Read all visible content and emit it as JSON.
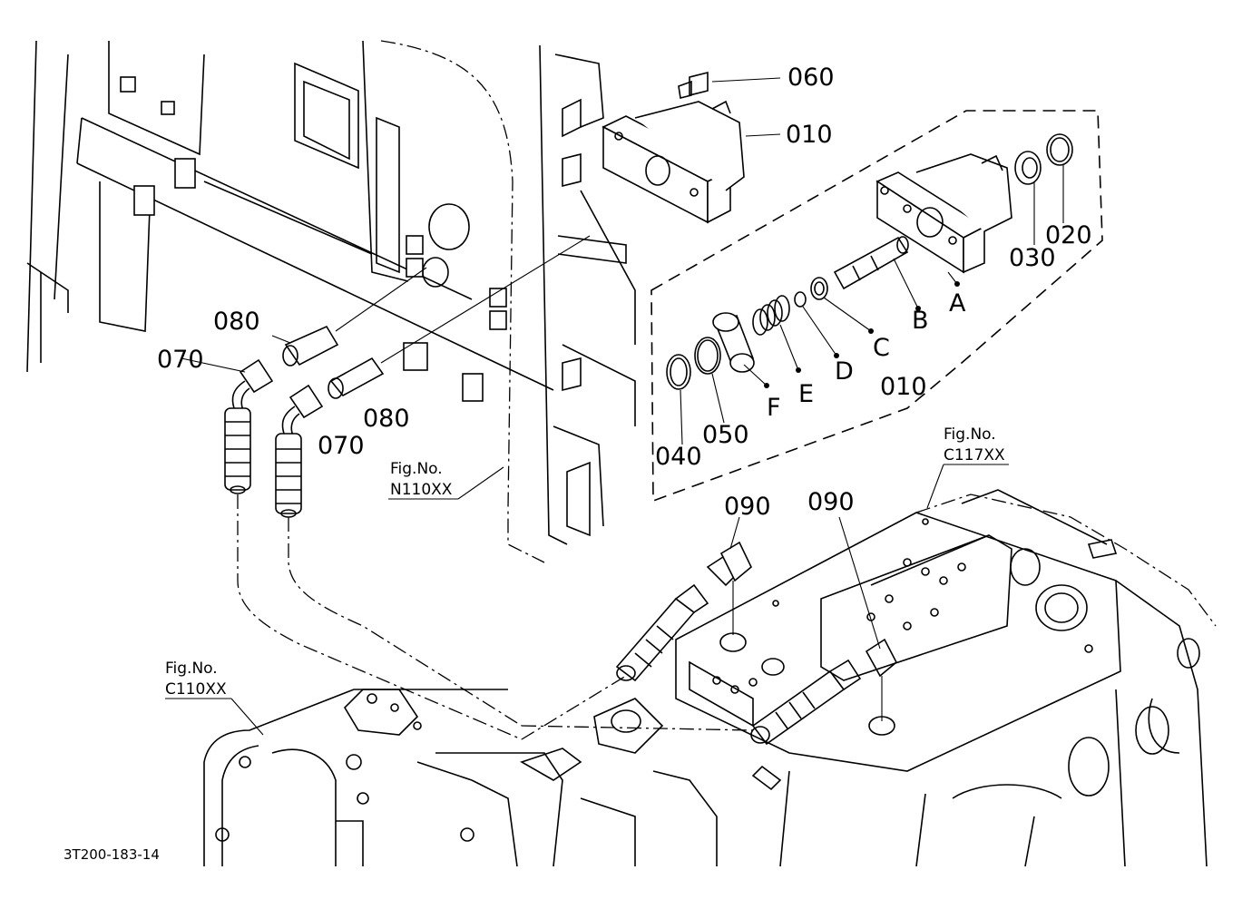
{
  "parts": {
    "p060": "060",
    "p010_top": "010",
    "p010_box": "010",
    "p020": "020",
    "p030": "030",
    "pA": "A",
    "pB": "B",
    "pC": "C",
    "pD": "D",
    "pE": "E",
    "pF": "F",
    "p040": "040",
    "p050": "050",
    "p080_a": "080",
    "p080_b": "080",
    "p070_a": "070",
    "p070_b": "070",
    "p090_a": "090",
    "p090_b": "090"
  },
  "figrefs": {
    "n110": {
      "prefix": "Fig.No.",
      "code": "N110XX"
    },
    "c117": {
      "prefix": "Fig.No.",
      "code": "C117XX"
    },
    "c110": {
      "prefix": "Fig.No.",
      "code": "C110XX"
    }
  },
  "drawing_code": "3T200-183-14"
}
